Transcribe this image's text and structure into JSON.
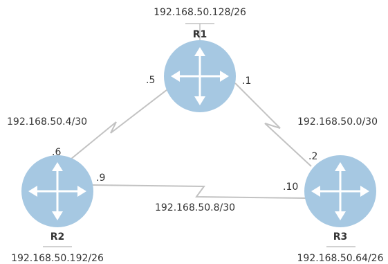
{
  "colors": {
    "router_fill": "#a6c8e2",
    "arrow": "#ffffff",
    "link": "#c2c2c2",
    "text": "#333333"
  },
  "routers": {
    "r1": {
      "name": "R1",
      "lan": "192.168.50.128/26",
      "icon": "router-icon"
    },
    "r2": {
      "name": "R2",
      "lan": "192.168.50.192/26",
      "icon": "router-icon"
    },
    "r3": {
      "name": "R3",
      "lan": "192.168.50.64/26",
      "icon": "router-icon"
    }
  },
  "links": {
    "r1_r2": {
      "subnet": "192.168.50.4/30",
      "r1_if": ".5",
      "r2_if": ".6"
    },
    "r1_r3": {
      "subnet": "192.168.50.0/30",
      "r1_if": ".1",
      "r3_if": ".2"
    },
    "r2_r3": {
      "subnet": "192.168.50.8/30",
      "r2_if": ".9",
      "r3_if": ".10"
    }
  }
}
